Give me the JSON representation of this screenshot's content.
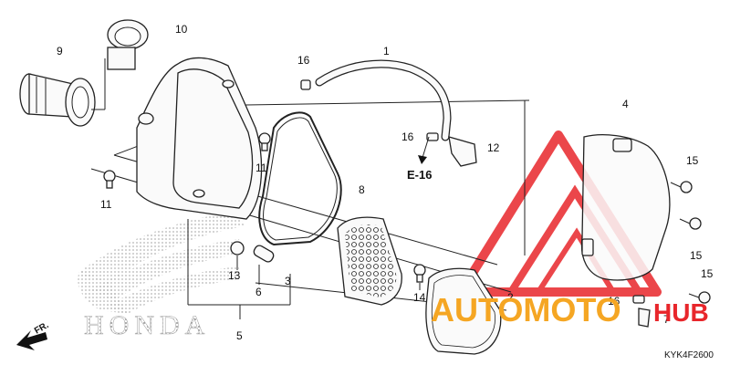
{
  "diagram": {
    "code": "KYK4F2600",
    "reference": "E-16",
    "direction": "FR.",
    "honda_wordmark": "HONDA",
    "watermark": {
      "auto": "AUTOMOTO",
      "hub": "HUB",
      "colors": {
        "red": "#e8262b",
        "orange": "#f5a623"
      }
    },
    "callouts": {
      "c1": "1",
      "c2": "2",
      "c3": "3",
      "c4": "4",
      "c5": "5",
      "c6": "6",
      "c7": "7",
      "c8": "8",
      "c9": "9",
      "c10": "10",
      "c11a": "11",
      "c11b": "11",
      "c12": "12",
      "c13": "13",
      "c14": "14",
      "c15a": "15",
      "c15b": "15",
      "c15c": "15",
      "c16a": "16",
      "c16b": "16",
      "c16c": "16"
    }
  }
}
